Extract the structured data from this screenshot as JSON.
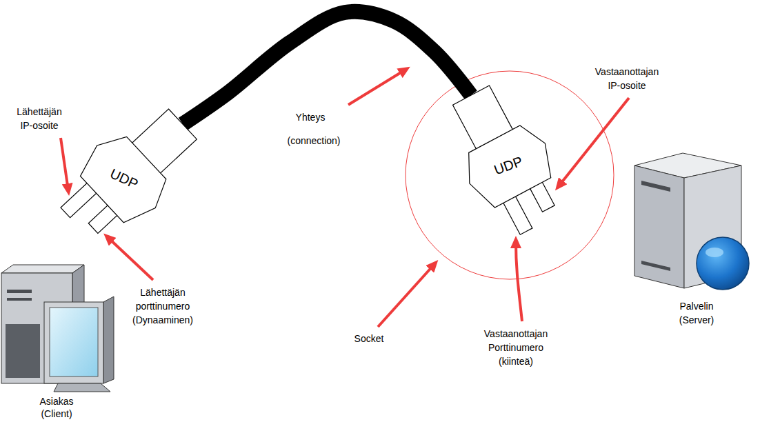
{
  "diagram": {
    "nodes": [
      {
        "text": [
          "UDP"
        ]
      },
      {
        "text": [
          "UDP"
        ]
      }
    ],
    "edges": [
      {
        "from": 0,
        "to": 1,
        "arrow": "none"
      }
    ],
    "labels": [
      "Vastaanottajan IP-osoite",
      "Lähettäjän IP-osoite",
      "Yhteys",
      "(connection)",
      "Lähettäjän porttinumero (Dynaaminen)",
      "Palvelin (Server)",
      "Vastaanottajan Porttinumero (kiinteä)",
      "Socket",
      "Asiakas (Client)"
    ]
  }
}
